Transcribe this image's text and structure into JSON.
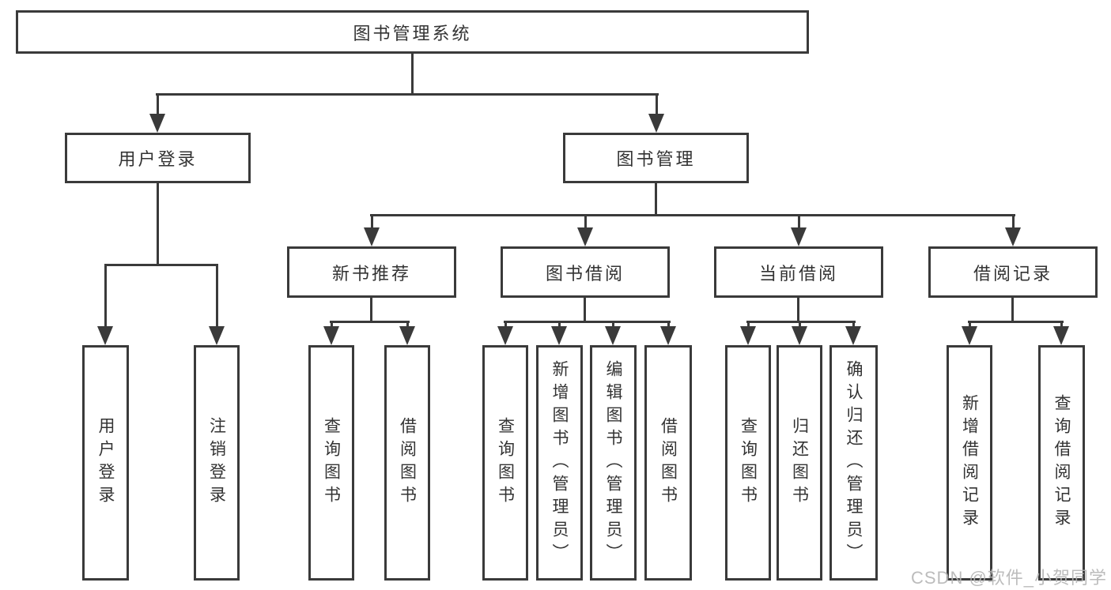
{
  "diagram": {
    "root": {
      "label": "图书管理系统"
    },
    "level2": [
      {
        "id": "user-login",
        "label": "用户登录"
      },
      {
        "id": "book-management",
        "label": "图书管理"
      }
    ],
    "level3": [
      {
        "id": "new-book-recommend",
        "label": "新书推荐"
      },
      {
        "id": "book-borrow",
        "label": "图书借阅"
      },
      {
        "id": "current-borrow",
        "label": "当前借阅"
      },
      {
        "id": "borrow-record",
        "label": "借阅记录"
      }
    ],
    "leaves": {
      "user_login": [
        "用户登录",
        "注销登录"
      ],
      "new_book": [
        "查询图书",
        "借阅图书"
      ],
      "book_borrow": [
        "查询图书",
        "新增图书（管理员）",
        "编辑图书（管理员）",
        "借阅图书"
      ],
      "current_borrow": [
        "查询图书",
        "归还图书",
        "确认归还（管理员）"
      ],
      "borrow_record": [
        "新增借阅记录",
        "查询借阅记录"
      ]
    }
  },
  "watermark": {
    "text": "CSDN @软件_小贺同学"
  },
  "colors": {
    "line": "#3a3a3a",
    "text": "#333333",
    "watermark": "#b5b5b5",
    "background": "#ffffff"
  }
}
